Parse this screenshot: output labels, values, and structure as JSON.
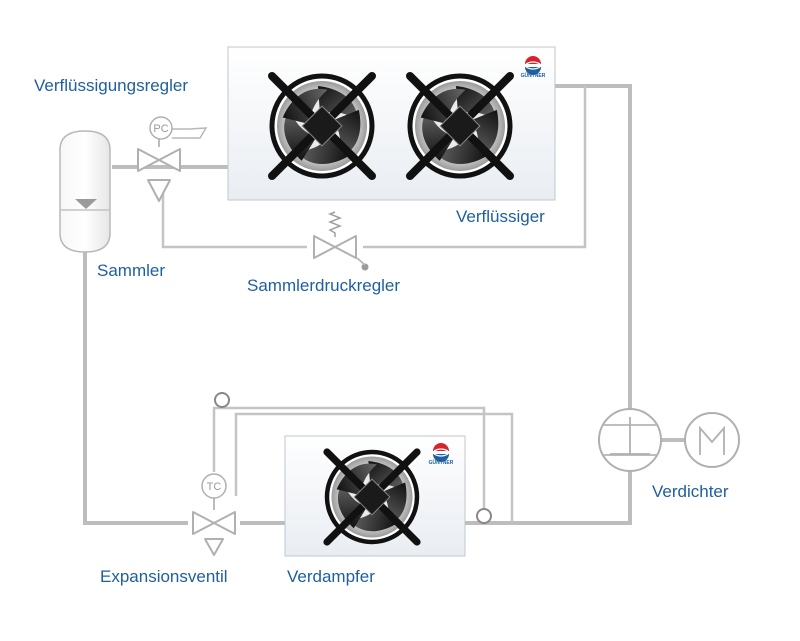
{
  "labels": {
    "condenser_regulator": "Verflüssigungsregler",
    "condenser": "Verflüssiger",
    "receiver": "Sammler",
    "receiver_pressure_regulator": "Sammlerdruckregler",
    "compressor": "Verdichter",
    "evaporator": "Verdampfer",
    "expansion_valve": "Expansionsventil",
    "pc": "PC",
    "tc": "TC",
    "brand": "GÜNTNER"
  },
  "colors": {
    "label_text": "#1f5fa0",
    "pipe": "#bdbdbd",
    "brand_red": "#d9232a",
    "brand_blue": "#1f5fa0"
  },
  "icons": [
    "fan-icon",
    "brand-logo-icon",
    "pressure-controller-icon",
    "temperature-controller-icon",
    "valve-icon",
    "motor-icon",
    "compressor-icon"
  ]
}
